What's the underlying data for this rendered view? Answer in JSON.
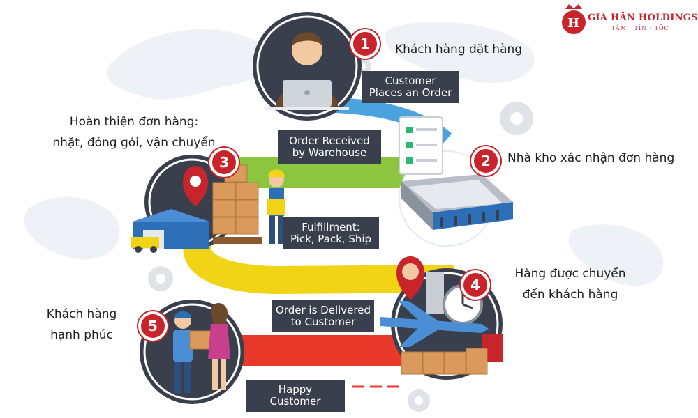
{
  "logo": {
    "name": "GIA HÂN HOLDINGS",
    "tagline": "TÂM · TÍN · TỐC",
    "color": "#c8242b"
  },
  "colors": {
    "badge": "#c8242b",
    "circle": "#3a3f4d",
    "label_bg": "#3a3f4d",
    "band_blue": "#4aa3df",
    "band_green": "#8cc63f",
    "band_yellow": "#f2d417",
    "band_red": "#e8392b"
  },
  "steps": [
    {
      "number": "1",
      "vietnamese": "Khách hàng đặt hàng",
      "english": "Customer\nPlaces an Order",
      "icon": "customer-laptop-icon"
    },
    {
      "number": "2",
      "vietnamese": "Nhà kho xác nhận đơn hàng",
      "english": "Order Received\nby Warehouse",
      "icon": "warehouse-conveyor-icon"
    },
    {
      "number": "3",
      "vietnamese": "Hoàn thiện đơn hàng:\nnhặt, đóng gói, vận chuyển",
      "english": "Fulfillment:\nPick, Pack, Ship",
      "icon": "warehouse-worker-icon"
    },
    {
      "number": "4",
      "vietnamese": "Hàng được chuyển\nđến khách hàng",
      "english": "Order is Delivered\nto Customer",
      "icon": "airplane-clock-icon"
    },
    {
      "number": "5",
      "vietnamese": "Khách hàng\nhạnh phúc",
      "english": "Happy\nCustomer",
      "icon": "delivery-handover-icon"
    }
  ]
}
